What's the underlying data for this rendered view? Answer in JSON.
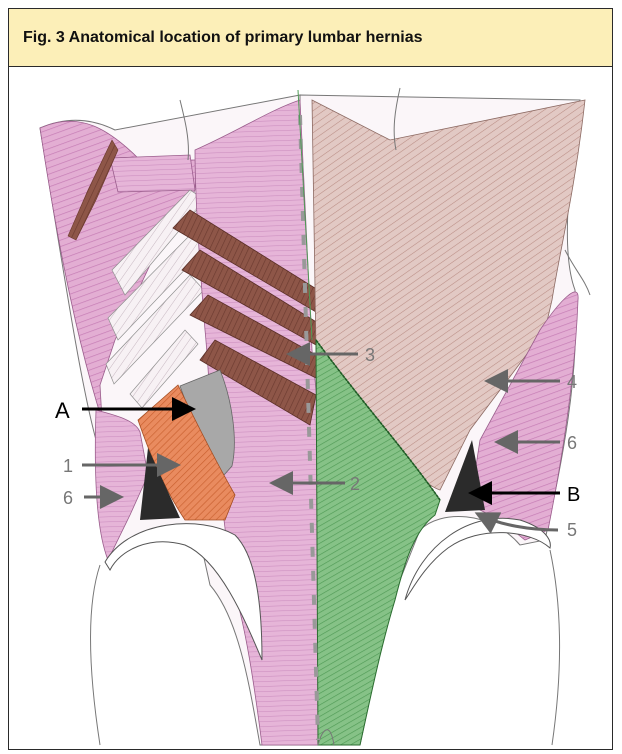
{
  "figure": {
    "caption": "Fig. 3 Anatomical location of primary lumbar hernias"
  },
  "labels": {
    "a": "A",
    "b": "B",
    "n1": "1",
    "n2": "2",
    "n3": "3",
    "n4": "4",
    "n5": "5",
    "n6_left": "6",
    "n6_right": "6"
  },
  "colors": {
    "caption_bg": "#fcefb8",
    "pink_muscle": "#e0a6cf",
    "brown_muscle": "#8c5447",
    "light_brown_muscle": "#d9bbb5",
    "green_muscle": "#7dbb7e",
    "orange_muscle": "#e5875c",
    "gray_hernia": "#a9a9a9",
    "black_triangle": "#2b2b2b",
    "black_arrow": "#000000",
    "gray_arrow": "#666666"
  }
}
